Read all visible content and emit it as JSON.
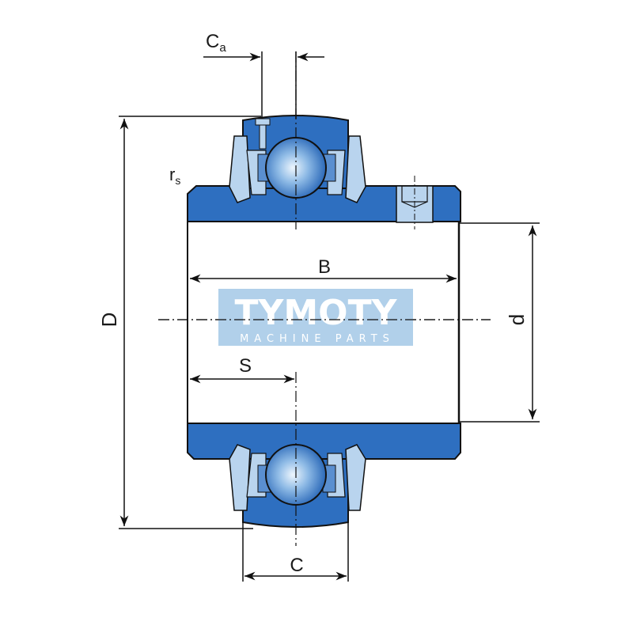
{
  "diagram": {
    "subject": "Insert ball bearing with set screw (cross-section)",
    "labels": {
      "Ca": "C",
      "Ca_sub": "a",
      "rs": "r",
      "rs_sub": "s",
      "D": "D",
      "B": "B",
      "d": "d",
      "S": "S",
      "C": "C"
    },
    "colors": {
      "ring_blue": "#2e6fc0",
      "ring_dark": "#1f5aa8",
      "seal_light": "#b9d4ee",
      "ball_center": "#e8f2fc",
      "ball_edge": "#2a68b8",
      "outline": "#111111",
      "watermark_bg": "#a9cbe8"
    }
  },
  "watermark": {
    "title": "TYMOTY",
    "subtitle": "MACHINE PARTS"
  }
}
